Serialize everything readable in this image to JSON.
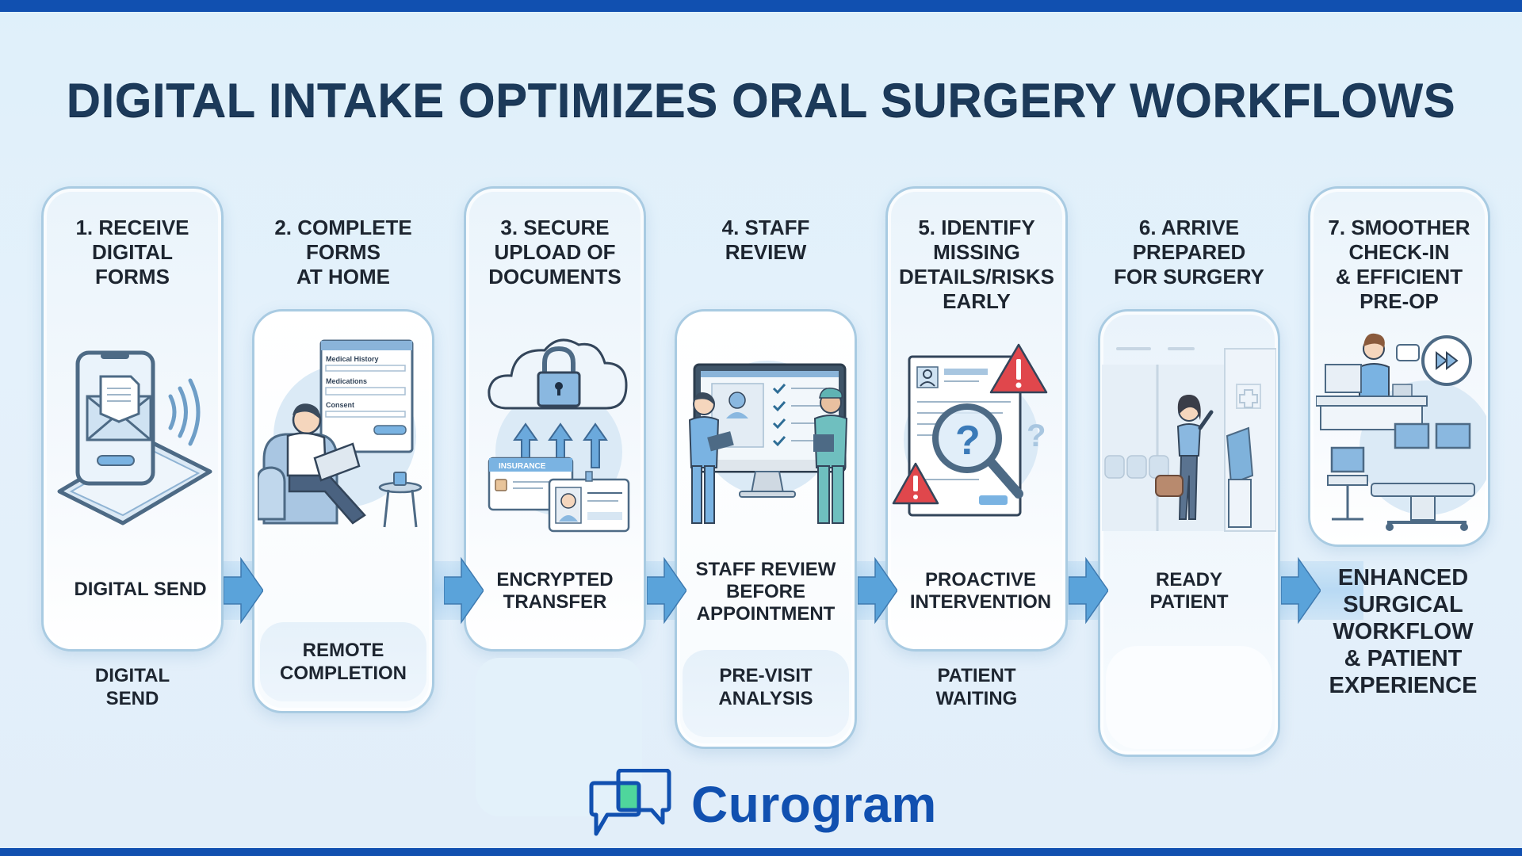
{
  "header": {
    "title": "DIGITAL INTAKE OPTIMIZES ORAL SURGERY WORKFLOWS"
  },
  "colors": {
    "brand_blue": "#1150b0",
    "title_navy": "#1c3a5a",
    "panel_border": "#a9cbe2",
    "arrow_blue": "#5aa3da",
    "alert_red": "#e0474c",
    "logo_green": "#4fd69c"
  },
  "steps": [
    {
      "number": "1",
      "title": "1. RECEIVE DIGITAL FORMS",
      "title_lines": [
        "1. RECEIVE",
        "DIGITAL",
        "FORMS"
      ],
      "illustration": "phone-with-envelope-icon",
      "band_label": "DIGITAL SEND",
      "lower_label_lines": [
        "DIGITAL",
        "SEND"
      ]
    },
    {
      "number": "2",
      "title": "2. COMPLETE FORMS AT HOME",
      "title_lines": [
        "2. COMPLETE",
        "FORMS",
        "AT HOME"
      ],
      "illustration": "person-on-laptop-at-home-icon",
      "form_fields": [
        "Medical History",
        "Medications",
        "Consent"
      ],
      "band_label": "",
      "lower_label_lines": [
        "REMOTE",
        "COMPLETION"
      ]
    },
    {
      "number": "3",
      "title": "3. SECURE UPLOAD OF DOCUMENTS",
      "title_lines": [
        "3. SECURE",
        "UPLOAD OF",
        "DOCUMENTS"
      ],
      "illustration": "cloud-lock-upload-icon",
      "card_label": "INSURANCE",
      "band_label_lines": [
        "ENCRYPTED",
        "TRANSFER"
      ],
      "lower_label_lines": []
    },
    {
      "number": "4",
      "title": "4. STAFF REVIEW",
      "title_lines": [
        "4. STAFF",
        "REVIEW"
      ],
      "illustration": "staff-reviewing-monitor-icon",
      "band_label_lines": [
        "STAFF REVIEW",
        "BEFORE",
        "APPOINTMENT"
      ],
      "lower_label_lines": [
        "PRE-VISIT",
        "ANALYSIS"
      ]
    },
    {
      "number": "5",
      "title": "5. IDENTIFY MISSING DETAILS/RISKS EARLY",
      "title_lines": [
        "5. IDENTIFY",
        "MISSING",
        "DETAILS/RISKS",
        "EARLY"
      ],
      "illustration": "document-magnifier-warning-icon",
      "band_label_lines": [
        "PROACTIVE",
        "INTERVENTION"
      ],
      "lower_label_lines": [
        "PATIENT",
        "WAITING"
      ]
    },
    {
      "number": "6",
      "title": "6. ARRIVE PREPARED FOR SURGERY",
      "title_lines": [
        "6. ARRIVE",
        "PREPARED",
        "FOR SURGERY"
      ],
      "illustration": "patient-arriving-clinic-icon",
      "band_label_lines": [
        "READY",
        "PATIENT"
      ],
      "lower_label_lines": []
    },
    {
      "number": "7",
      "title": "7. SMOOTHER CHECK-IN & EFFICIENT PRE-OP",
      "title_lines": [
        "7. SMOOTHER",
        "CHECK-IN",
        "& EFFICIENT",
        "PRE-OP"
      ],
      "illustration": "reception-and-operating-room-icon",
      "final_label_lines": [
        "ENHANCED",
        "SURGICAL",
        "WORKFLOW",
        "& PATIENT",
        "EXPERIENCE"
      ]
    }
  ],
  "footer": {
    "brand_name": "Curogram",
    "logo_icon": "chat-bubbles-logo-icon"
  }
}
